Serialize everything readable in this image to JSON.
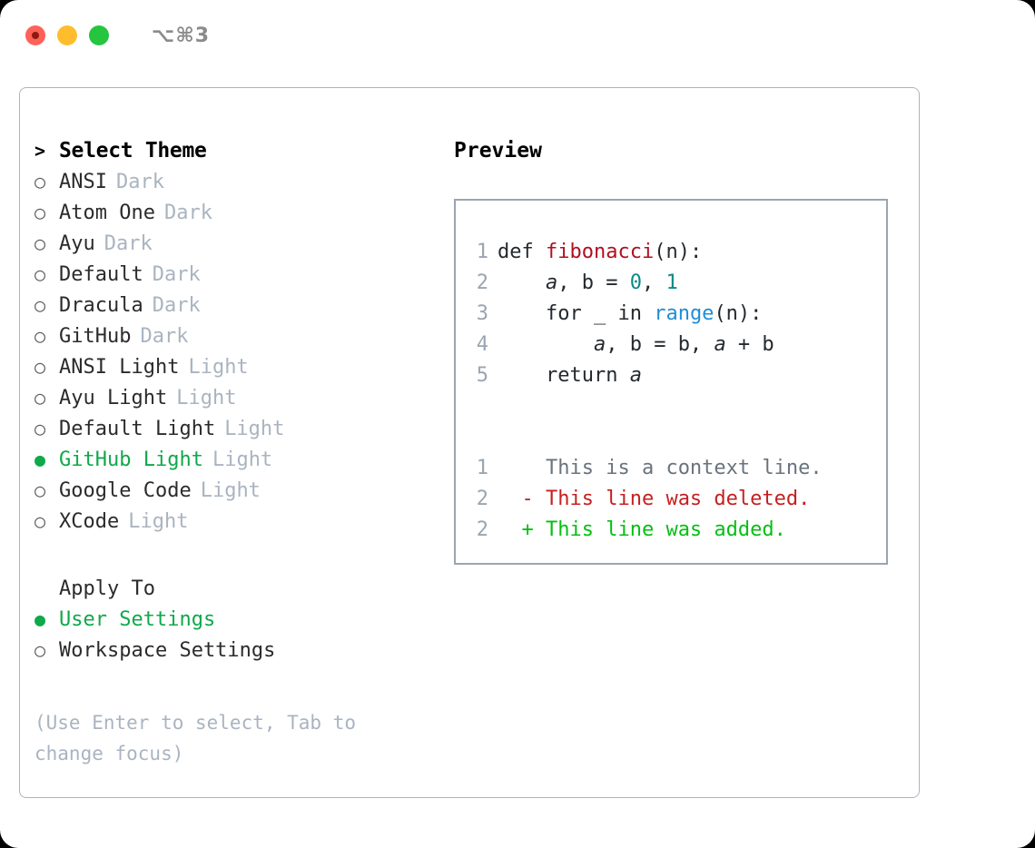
{
  "window": {
    "shortcut": "⌥⌘3",
    "traffic_lights": [
      {
        "name": "close",
        "color": "#ff6159"
      },
      {
        "name": "minimize",
        "color": "#ffbd2e"
      },
      {
        "name": "maximize",
        "color": "#25c53f"
      }
    ]
  },
  "theme_list": {
    "header": "Select Theme",
    "header_marker": ">",
    "marker_unselected": "○",
    "marker_selected": "●",
    "items": [
      {
        "label": "ANSI",
        "tag": "Dark",
        "selected": false
      },
      {
        "label": "Atom One",
        "tag": "Dark",
        "selected": false
      },
      {
        "label": "Ayu",
        "tag": "Dark",
        "selected": false
      },
      {
        "label": "Default",
        "tag": "Dark",
        "selected": false
      },
      {
        "label": "Dracula",
        "tag": "Dark",
        "selected": false
      },
      {
        "label": "GitHub",
        "tag": "Dark",
        "selected": false
      },
      {
        "label": "ANSI Light",
        "tag": "Light",
        "selected": false
      },
      {
        "label": "Ayu Light",
        "tag": "Light",
        "selected": false
      },
      {
        "label": "Default Light",
        "tag": "Light",
        "selected": false
      },
      {
        "label": "GitHub Light",
        "tag": "Light",
        "selected": true
      },
      {
        "label": "Google Code",
        "tag": "Light",
        "selected": false
      },
      {
        "label": "XCode",
        "tag": "Light",
        "selected": false
      }
    ]
  },
  "apply_to": {
    "header": "Apply To",
    "items": [
      {
        "label": "User Settings",
        "selected": true
      },
      {
        "label": "Workspace Settings",
        "selected": false
      }
    ]
  },
  "hint": "(Use Enter to select, Tab to change focus)",
  "preview": {
    "title": "Preview",
    "code_lines": [
      {
        "no": "1",
        "indent": "",
        "segments": [
          {
            "text": "def ",
            "kind": "plain"
          },
          {
            "text": "fibonacci",
            "kind": "fn"
          },
          {
            "text": "(n):",
            "kind": "plain"
          }
        ]
      },
      {
        "no": "2",
        "indent": "    ",
        "segments": [
          {
            "text": "a",
            "kind": "var"
          },
          {
            "text": ", ",
            "kind": "plain"
          },
          {
            "text": "b",
            "kind": "plain"
          },
          {
            "text": " = ",
            "kind": "plain"
          },
          {
            "text": "0",
            "kind": "num"
          },
          {
            "text": ", ",
            "kind": "plain"
          },
          {
            "text": "1",
            "kind": "num"
          }
        ]
      },
      {
        "no": "3",
        "indent": "    ",
        "segments": [
          {
            "text": "for _ in ",
            "kind": "plain"
          },
          {
            "text": "range",
            "kind": "kw"
          },
          {
            "text": "(n):",
            "kind": "plain"
          }
        ]
      },
      {
        "no": "4",
        "indent": "        ",
        "segments": [
          {
            "text": "a",
            "kind": "var"
          },
          {
            "text": ", b = b, ",
            "kind": "plain"
          },
          {
            "text": "a",
            "kind": "var"
          },
          {
            "text": " + b",
            "kind": "plain"
          }
        ]
      },
      {
        "no": "5",
        "indent": "    ",
        "segments": [
          {
            "text": "return ",
            "kind": "plain"
          },
          {
            "text": "a",
            "kind": "var"
          }
        ]
      }
    ],
    "diff_lines": [
      {
        "no": "1",
        "sign": " ",
        "text": "This is a context line.",
        "kind": "ctx"
      },
      {
        "no": "2",
        "sign": "-",
        "text": "This line was deleted.",
        "kind": "del"
      },
      {
        "no": "2",
        "sign": "+",
        "text": "This line was added.",
        "kind": "add"
      }
    ]
  },
  "colors": {
    "accent_green": "#0fa84a",
    "diff_add": "#05bf12",
    "diff_del": "#c62020",
    "muted": "#aab4c0",
    "border": "#9aa5b1",
    "fn": "#b01020",
    "num": "#0b8a85",
    "kw": "#1f8dd6"
  }
}
